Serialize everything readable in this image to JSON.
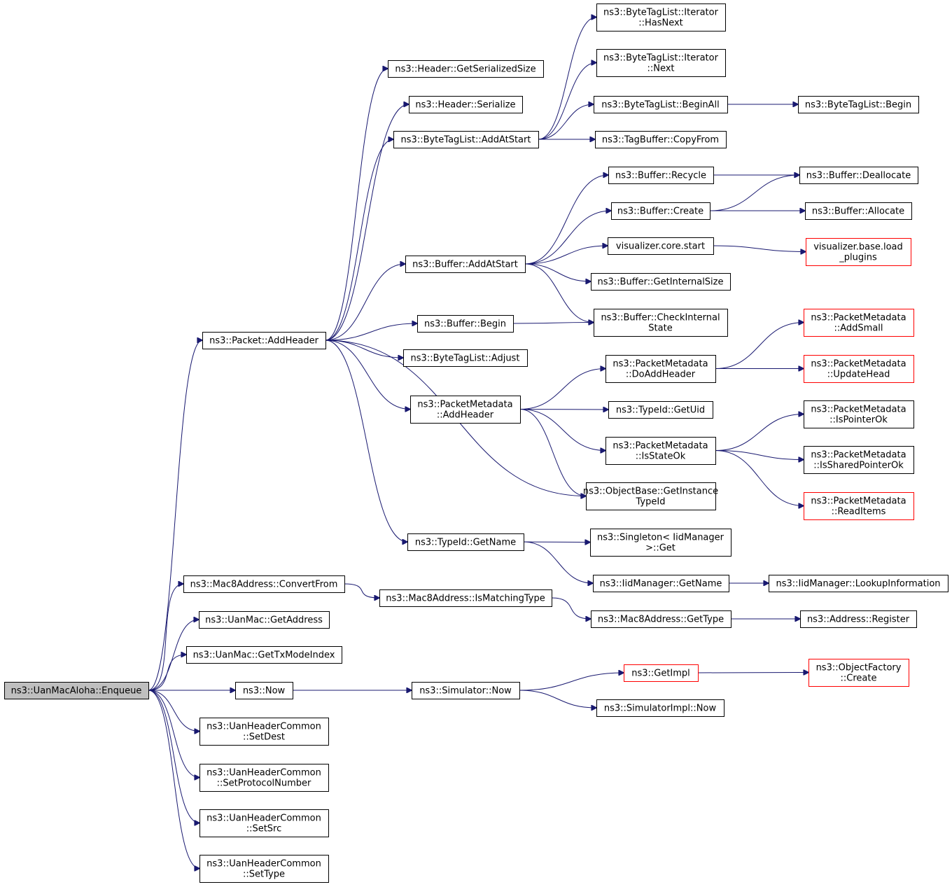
{
  "nodes": [
    {
      "id": "root",
      "lines": [
        "ns3::UanMacAloha::Enqueue"
      ],
      "root": true
    },
    {
      "id": "addHeader",
      "lines": [
        "ns3::Packet::AddHeader"
      ]
    },
    {
      "id": "hdrSize",
      "lines": [
        "ns3::Header::GetSerializedSize"
      ]
    },
    {
      "id": "hdrSer",
      "lines": [
        "ns3::Header::Serialize"
      ]
    },
    {
      "id": "btlAddAtStart",
      "lines": [
        "ns3::ByteTagList::AddAtStart"
      ]
    },
    {
      "id": "btlHasNext",
      "lines": [
        "ns3::ByteTagList::Iterator",
        "::HasNext"
      ]
    },
    {
      "id": "btlNext",
      "lines": [
        "ns3::ByteTagList::Iterator",
        "::Next"
      ]
    },
    {
      "id": "btlBeginAll",
      "lines": [
        "ns3::ByteTagList::BeginAll"
      ]
    },
    {
      "id": "btlBegin",
      "lines": [
        "ns3::ByteTagList::Begin"
      ]
    },
    {
      "id": "tagCopy",
      "lines": [
        "ns3::TagBuffer::CopyFrom"
      ]
    },
    {
      "id": "bufRecycle",
      "lines": [
        "ns3::Buffer::Recycle"
      ]
    },
    {
      "id": "bufDealloc",
      "lines": [
        "ns3::Buffer::Deallocate"
      ]
    },
    {
      "id": "bufCreate",
      "lines": [
        "ns3::Buffer::Create"
      ]
    },
    {
      "id": "bufAlloc",
      "lines": [
        "ns3::Buffer::Allocate"
      ]
    },
    {
      "id": "vizStart",
      "lines": [
        "visualizer.core.start"
      ]
    },
    {
      "id": "vizLoad",
      "lines": [
        "visualizer.base.load",
        "_plugins"
      ],
      "red": true
    },
    {
      "id": "bufAddAtStart",
      "lines": [
        "ns3::Buffer::AddAtStart"
      ]
    },
    {
      "id": "bufIntSize",
      "lines": [
        "ns3::Buffer::GetInternalSize"
      ]
    },
    {
      "id": "bufCheck",
      "lines": [
        "ns3::Buffer::CheckInternal",
        "State"
      ]
    },
    {
      "id": "bufBegin",
      "lines": [
        "ns3::Buffer::Begin"
      ]
    },
    {
      "id": "btlAdjust",
      "lines": [
        "ns3::ByteTagList::Adjust"
      ]
    },
    {
      "id": "pmAddSmall",
      "lines": [
        "ns3::PacketMetadata",
        "::AddSmall"
      ],
      "red": true
    },
    {
      "id": "pmDoAdd",
      "lines": [
        "ns3::PacketMetadata",
        "::DoAddHeader"
      ]
    },
    {
      "id": "pmUpdHead",
      "lines": [
        "ns3::PacketMetadata",
        "::UpdateHead"
      ],
      "red": true
    },
    {
      "id": "pmAddHeader",
      "lines": [
        "ns3::PacketMetadata",
        "::AddHeader"
      ]
    },
    {
      "id": "tidUid",
      "lines": [
        "ns3::TypeId::GetUid"
      ]
    },
    {
      "id": "pmPtrOk",
      "lines": [
        "ns3::PacketMetadata",
        "::IsPointerOk"
      ]
    },
    {
      "id": "pmStateOk",
      "lines": [
        "ns3::PacketMetadata",
        "::IsStateOk"
      ]
    },
    {
      "id": "pmSharedOk",
      "lines": [
        "ns3::PacketMetadata",
        "::IsSharedPointerOk"
      ]
    },
    {
      "id": "objInst",
      "lines": [
        "ns3::ObjectBase::GetInstance",
        "TypeId"
      ]
    },
    {
      "id": "pmRead",
      "lines": [
        "ns3::PacketMetadata",
        "::ReadItems"
      ],
      "red": true
    },
    {
      "id": "tidName",
      "lines": [
        "ns3::TypeId::GetName"
      ]
    },
    {
      "id": "singleton",
      "lines": [
        "ns3::Singleton< IidManager",
        " >::Get"
      ]
    },
    {
      "id": "iidName",
      "lines": [
        "ns3::IidManager::GetName"
      ]
    },
    {
      "id": "iidLookup",
      "lines": [
        "ns3::IidManager::LookupInformation"
      ]
    },
    {
      "id": "m8Convert",
      "lines": [
        "ns3::Mac8Address::ConvertFrom"
      ]
    },
    {
      "id": "m8Match",
      "lines": [
        "ns3::Mac8Address::IsMatchingType"
      ]
    },
    {
      "id": "m8Type",
      "lines": [
        "ns3::Mac8Address::GetType"
      ]
    },
    {
      "id": "addrReg",
      "lines": [
        "ns3::Address::Register"
      ]
    },
    {
      "id": "uanAddr",
      "lines": [
        "ns3::UanMac::GetAddress"
      ]
    },
    {
      "id": "uanTx",
      "lines": [
        "ns3::UanMac::GetTxModeIndex"
      ]
    },
    {
      "id": "now",
      "lines": [
        "ns3::Now"
      ]
    },
    {
      "id": "simNow",
      "lines": [
        "ns3::Simulator::Now"
      ]
    },
    {
      "id": "getImpl",
      "lines": [
        "ns3::GetImpl"
      ],
      "red": true
    },
    {
      "id": "objFactory",
      "lines": [
        "ns3::ObjectFactory",
        "::Create"
      ],
      "red": true
    },
    {
      "id": "simImplNow",
      "lines": [
        "ns3::SimulatorImpl::Now"
      ]
    },
    {
      "id": "setDest",
      "lines": [
        "ns3::UanHeaderCommon",
        "::SetDest"
      ]
    },
    {
      "id": "setProto",
      "lines": [
        "ns3::UanHeaderCommon",
        "::SetProtocolNumber"
      ]
    },
    {
      "id": "setSrc",
      "lines": [
        "ns3::UanHeaderCommon",
        "::SetSrc"
      ]
    },
    {
      "id": "setType",
      "lines": [
        "ns3::UanHeaderCommon",
        "::SetType"
      ]
    }
  ],
  "edges": [
    [
      "root",
      "addHeader"
    ],
    [
      "root",
      "m8Convert"
    ],
    [
      "root",
      "uanAddr"
    ],
    [
      "root",
      "uanTx"
    ],
    [
      "root",
      "now"
    ],
    [
      "root",
      "setDest"
    ],
    [
      "root",
      "setProto"
    ],
    [
      "root",
      "setSrc"
    ],
    [
      "root",
      "setType"
    ],
    [
      "addHeader",
      "hdrSize"
    ],
    [
      "addHeader",
      "hdrSer"
    ],
    [
      "addHeader",
      "btlAddAtStart"
    ],
    [
      "addHeader",
      "bufAddAtStart"
    ],
    [
      "addHeader",
      "bufBegin"
    ],
    [
      "addHeader",
      "btlAdjust"
    ],
    [
      "addHeader",
      "pmAddHeader"
    ],
    [
      "addHeader",
      "objInst"
    ],
    [
      "addHeader",
      "tidName"
    ],
    [
      "btlAddAtStart",
      "btlHasNext"
    ],
    [
      "btlAddAtStart",
      "btlNext"
    ],
    [
      "btlAddAtStart",
      "btlBeginAll"
    ],
    [
      "btlAddAtStart",
      "tagCopy"
    ],
    [
      "btlBeginAll",
      "btlBegin"
    ],
    [
      "bufAddAtStart",
      "bufRecycle"
    ],
    [
      "bufAddAtStart",
      "bufCreate"
    ],
    [
      "bufAddAtStart",
      "vizStart"
    ],
    [
      "bufAddAtStart",
      "bufIntSize"
    ],
    [
      "bufAddAtStart",
      "bufCheck"
    ],
    [
      "bufRecycle",
      "bufDealloc"
    ],
    [
      "bufCreate",
      "bufDealloc"
    ],
    [
      "bufCreate",
      "bufAlloc"
    ],
    [
      "vizStart",
      "vizLoad"
    ],
    [
      "bufBegin",
      "bufCheck"
    ],
    [
      "pmAddHeader",
      "pmDoAdd"
    ],
    [
      "pmAddHeader",
      "tidUid"
    ],
    [
      "pmAddHeader",
      "pmStateOk"
    ],
    [
      "pmAddHeader",
      "objInst"
    ],
    [
      "pmDoAdd",
      "pmAddSmall"
    ],
    [
      "pmDoAdd",
      "pmUpdHead"
    ],
    [
      "pmStateOk",
      "pmPtrOk"
    ],
    [
      "pmStateOk",
      "pmSharedOk"
    ],
    [
      "pmStateOk",
      "pmRead"
    ],
    [
      "tidName",
      "singleton"
    ],
    [
      "tidName",
      "iidName"
    ],
    [
      "iidName",
      "iidLookup"
    ],
    [
      "m8Convert",
      "m8Match"
    ],
    [
      "m8Match",
      "m8Type"
    ],
    [
      "m8Type",
      "addrReg"
    ],
    [
      "now",
      "simNow"
    ],
    [
      "simNow",
      "getImpl"
    ],
    [
      "simNow",
      "simImplNow"
    ],
    [
      "getImpl",
      "objFactory"
    ]
  ],
  "colors": {
    "edge": "#191970",
    "node_border": "#000000",
    "node_border_external": "#ff0000",
    "root_fill": "#bfbfbf",
    "background": "#ffffff"
  }
}
